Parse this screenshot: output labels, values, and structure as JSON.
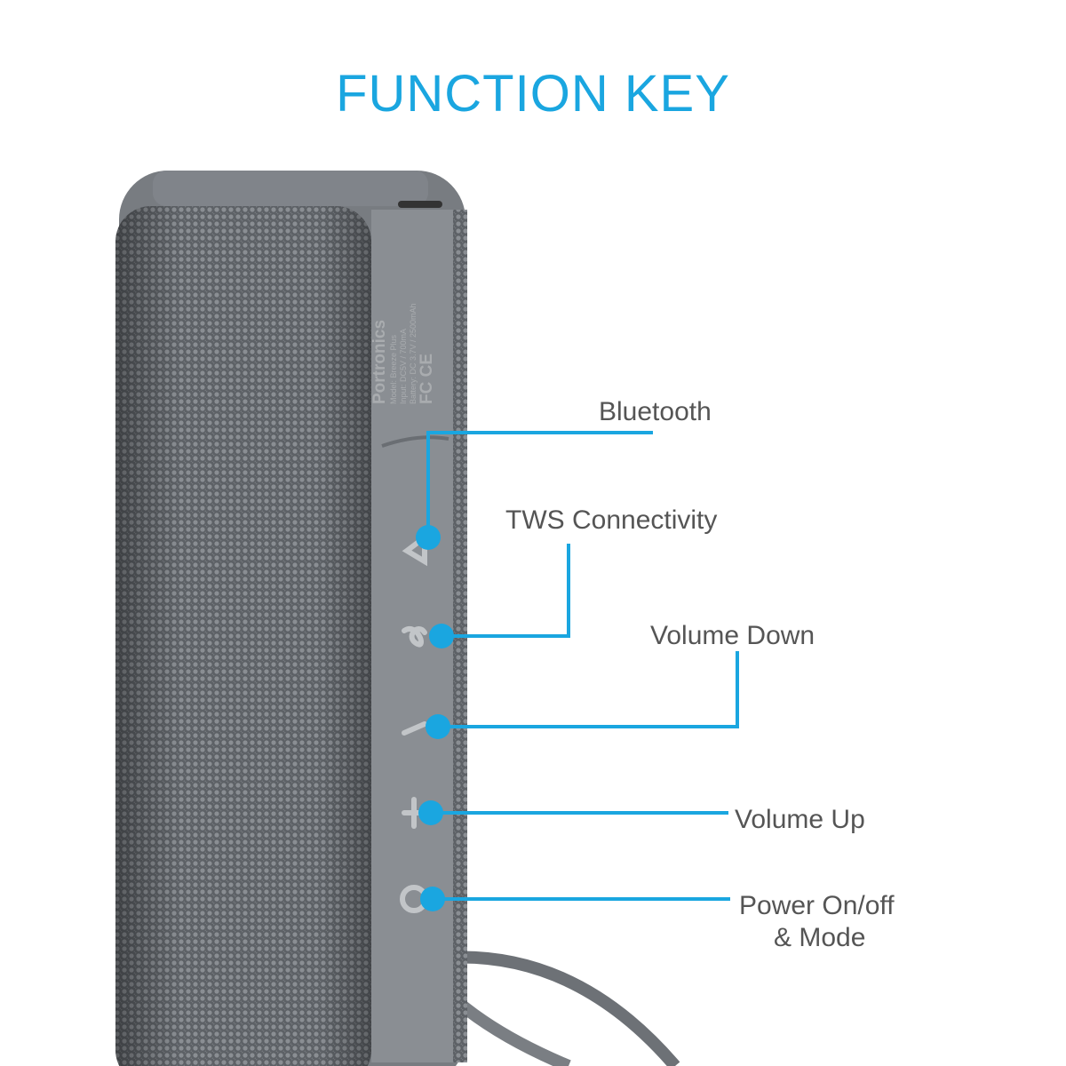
{
  "title": "FUNCTION KEY",
  "product_label": {
    "brand": "Portronics",
    "lines": [
      "Model: Breeze Plus",
      "Input: DC5V / 700mA",
      "Battery: DC 3.7V / 2500mAh"
    ],
    "marks": "FC  CE"
  },
  "callouts": [
    {
      "label": "Bluetooth",
      "icon": "bluetooth-icon"
    },
    {
      "label": "TWS Connectivity",
      "icon": "infinity-icon"
    },
    {
      "label": "Volume Down",
      "icon": "minus-icon"
    },
    {
      "label": "Volume Up",
      "icon": "plus-icon"
    },
    {
      "label": "Power On/off",
      "label2": "& Mode",
      "icon": "power-icon"
    }
  ],
  "colors": {
    "accent": "#1aa6e0",
    "label_text": "#555555",
    "speaker_body": "#6f7378"
  }
}
